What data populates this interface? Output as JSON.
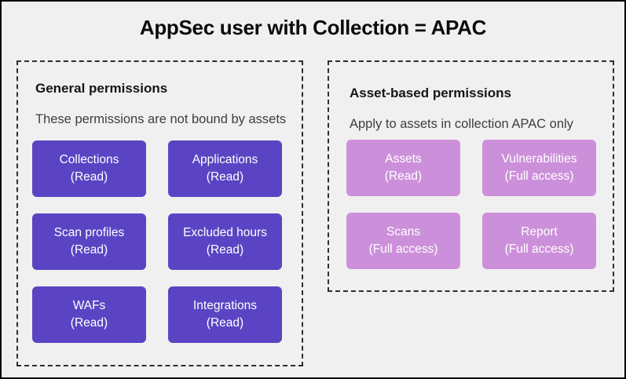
{
  "title": "AppSec user with Collection = APAC",
  "colors": {
    "general_permission_box": "#5b44c3",
    "asset_permission_box": "#cc90da",
    "background": "#f1f0f1",
    "dashed_border": "#2e2e2e"
  },
  "panels": {
    "general": {
      "heading": "General permissions",
      "subtitle": "These permissions are not bound by assets",
      "buttons": [
        {
          "name": "Collections",
          "access": "(Read)"
        },
        {
          "name": "Applications",
          "access": "(Read)"
        },
        {
          "name": "Scan profiles",
          "access": "(Read)"
        },
        {
          "name": "Excluded hours",
          "access": "(Read)"
        },
        {
          "name": "WAFs",
          "access": "(Read)"
        },
        {
          "name": "Integrations",
          "access": "(Read)"
        }
      ]
    },
    "asset_based": {
      "heading": "Asset-based permissions",
      "subtitle": "Apply to assets in collection APAC only",
      "buttons": [
        {
          "name": "Assets",
          "access": "(Read)"
        },
        {
          "name": "Vulnerabilities",
          "access": "(Full access)"
        },
        {
          "name": "Scans",
          "access": "(Full access)"
        },
        {
          "name": "Report",
          "access": "(Full access)"
        }
      ]
    }
  }
}
